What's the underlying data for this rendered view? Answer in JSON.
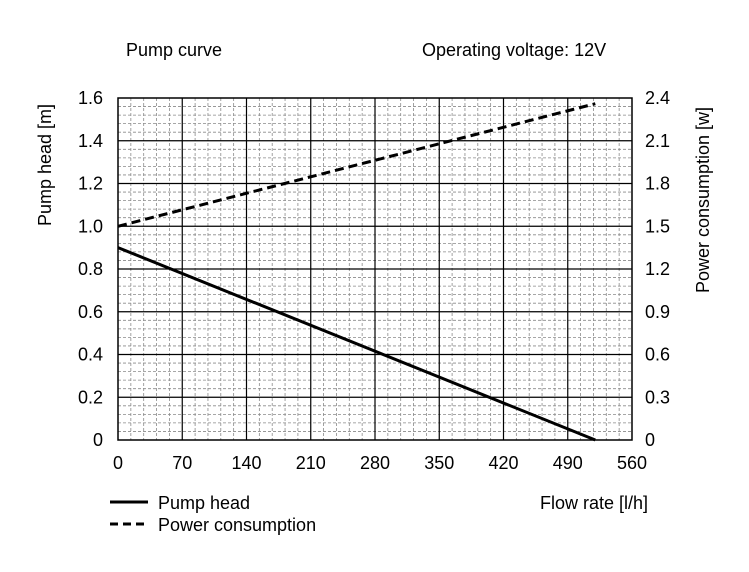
{
  "chart_data": {
    "type": "line",
    "title": "Pump curve",
    "subtitle": "Operating voltage: 12V",
    "xlabel": "Flow rate [l/h]",
    "ylabel": "Pump head [m]",
    "y2label": "Power consumption [w]",
    "xlim": [
      0,
      560
    ],
    "ylim": [
      0,
      1.6
    ],
    "y2lim": [
      0,
      2.4
    ],
    "x_ticks": [
      "0",
      "70",
      "140",
      "210",
      "280",
      "350",
      "420",
      "490",
      "560"
    ],
    "y_ticks": [
      "0",
      "0.2",
      "0.4",
      "0.6",
      "0.8",
      "1.0",
      "1.2",
      "1.4",
      "1.6"
    ],
    "y2_ticks": [
      "0",
      "0.3",
      "0.6",
      "0.9",
      "1.2",
      "1.5",
      "1.8",
      "2.1",
      "2.4"
    ],
    "grid": true,
    "legend_position": "bottom-left",
    "series": [
      {
        "name": "Pump head",
        "axis": "left",
        "style": "solid",
        "x": [
          0,
          520
        ],
        "y": [
          0.9,
          0.0
        ]
      },
      {
        "name": "Power consumption",
        "axis": "right",
        "style": "dashed",
        "x": [
          0,
          520
        ],
        "y": [
          1.5,
          2.36
        ]
      }
    ]
  }
}
